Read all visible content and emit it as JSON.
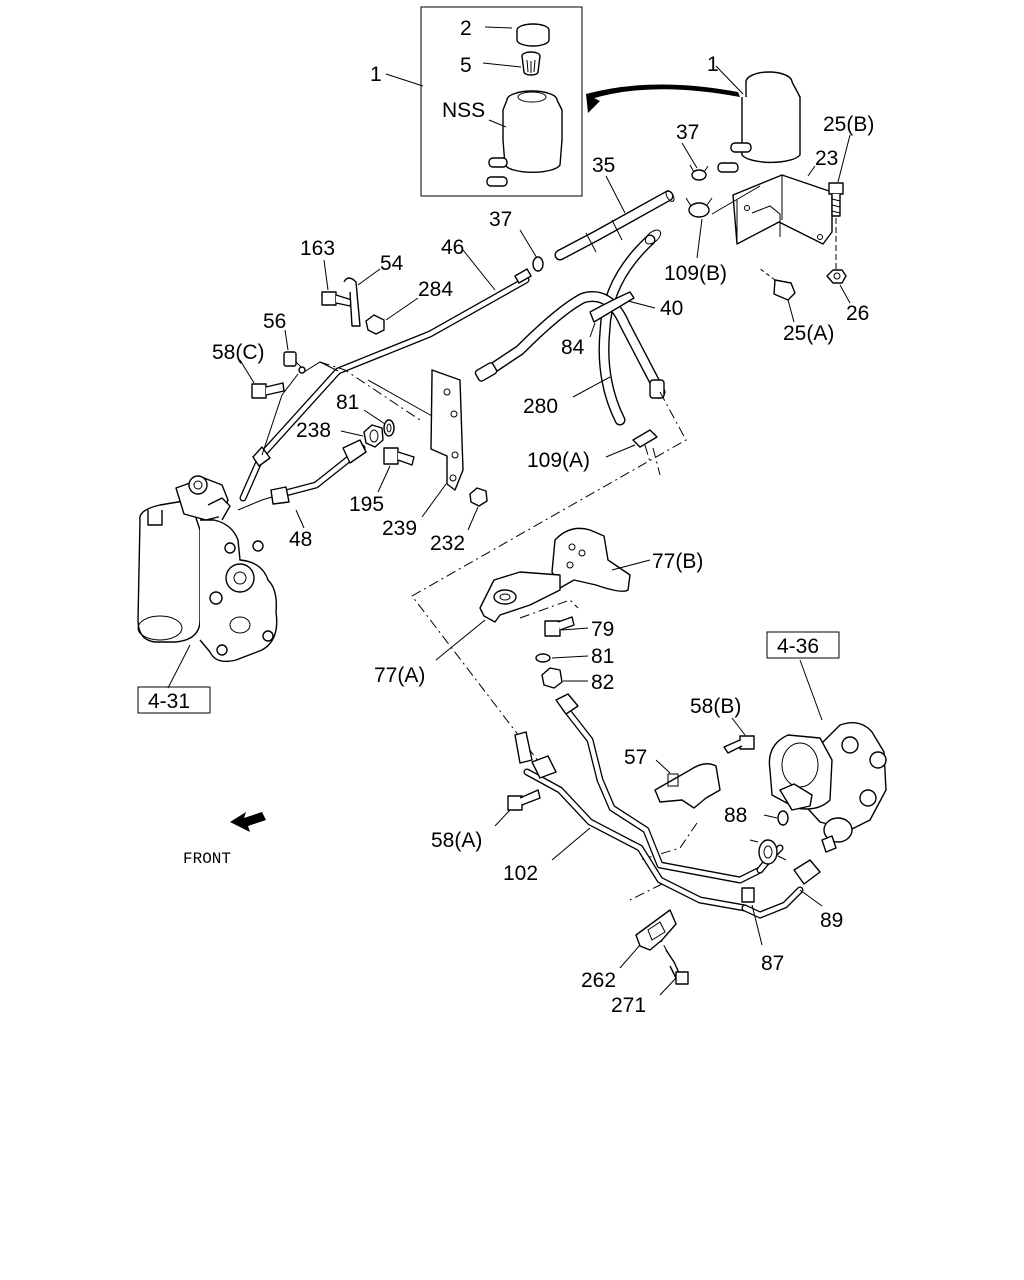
{
  "inset": {
    "labels": {
      "l1": "1",
      "l2": "2",
      "l5": "5",
      "nss": "NSS"
    }
  },
  "labels": {
    "l1": "1",
    "l25b": "25(B)",
    "l23": "23",
    "l37a": "37",
    "l35": "35",
    "l37b": "37",
    "l46": "46",
    "l163": "163",
    "l54": "54",
    "l284": "284",
    "l56": "56",
    "l58c": "58(C)",
    "l40": "40",
    "l84": "84",
    "l109b": "109(B)",
    "l26": "26",
    "l25a": "25(A)",
    "l280": "280",
    "l81a": "81",
    "l238": "238",
    "l109a": "109(A)",
    "l195": "195",
    "l239": "239",
    "l232": "232",
    "l48": "48",
    "l77b": "77(B)",
    "l79": "79",
    "l81b": "81",
    "l82": "82",
    "l77a": "77(A)",
    "l58b": "58(B)",
    "l57": "57",
    "l88": "88",
    "l58a": "58(A)",
    "l102": "102",
    "l89": "89",
    "l87": "87",
    "l262": "262",
    "l271": "271"
  },
  "refs": {
    "gear_box": "4-31",
    "pump": "4-36"
  },
  "front": {
    "label": "FRONT",
    "arrow_icon": "front-arrow-icon"
  }
}
